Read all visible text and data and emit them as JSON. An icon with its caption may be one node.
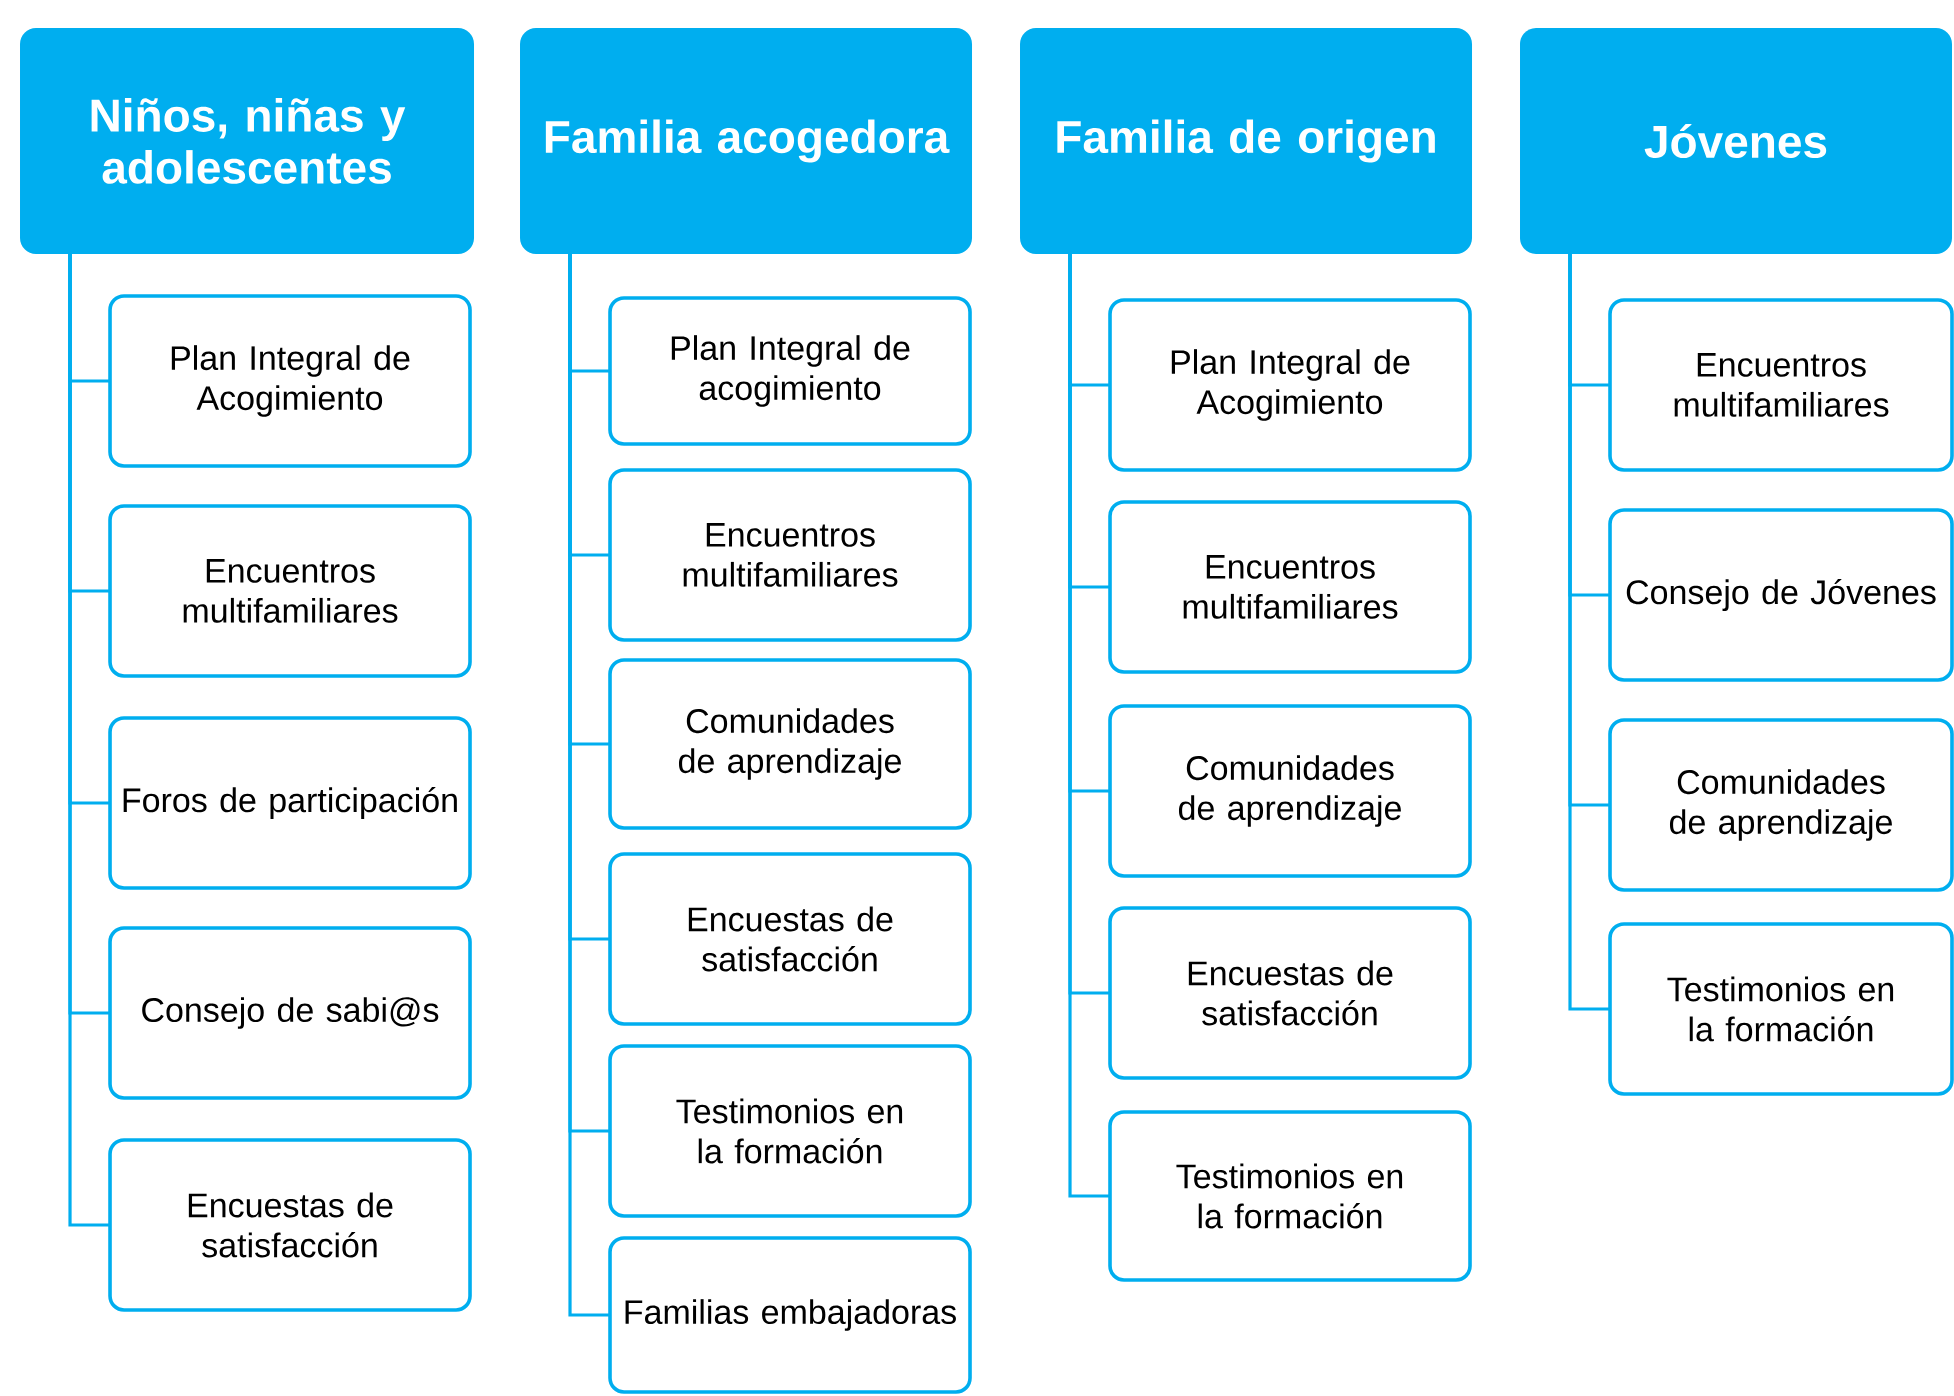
{
  "diagram": {
    "nodes": [
      {
        "text": [
          "Niños, niñas y adolescentes"
        ]
      },
      {
        "text": [
          "Plan Integral de Acogimiento"
        ]
      },
      {
        "text": [
          "Encuentros multifamiliares"
        ]
      },
      {
        "text": [
          "Foros de participación"
        ]
      },
      {
        "text": [
          "Consejo de sabi@s"
        ]
      },
      {
        "text": [
          "Encuestas de satisfacción"
        ]
      },
      {
        "text": [
          "Familia acogedora"
        ]
      },
      {
        "text": [
          "Plan Integral de acogimiento"
        ]
      },
      {
        "text": [
          "Encuentros multifamiliares"
        ]
      },
      {
        "text": [
          "Comunidades de aprendizaje"
        ]
      },
      {
        "text": [
          "Encuestas de satisfacción"
        ]
      },
      {
        "text": [
          "Testimonios en la formación"
        ]
      },
      {
        "text": [
          "Familias embajadoras"
        ]
      },
      {
        "text": [
          "Familia de origen"
        ]
      },
      {
        "text": [
          "Plan Integral de Acogimiento"
        ]
      },
      {
        "text": [
          "Encuentros multifamiliares"
        ]
      },
      {
        "text": [
          "Comunidades de aprendizaje"
        ]
      },
      {
        "text": [
          "Encuestas de satisfacción"
        ]
      },
      {
        "text": [
          "Testimonios en la formación"
        ]
      },
      {
        "text": [
          "Jóvenes"
        ]
      },
      {
        "text": [
          "Encuentros multifamiliares"
        ]
      },
      {
        "text": [
          "Consejo de Jóvenes"
        ]
      },
      {
        "text": [
          "Comunidades de aprendizaje"
        ]
      },
      {
        "text": [
          "Testimonios en la formación"
        ]
      }
    ],
    "edges": [
      {
        "from": 0,
        "to": 1,
        "arrow": "none"
      },
      {
        "from": 0,
        "to": 2,
        "arrow": "none"
      },
      {
        "from": 0,
        "to": 3,
        "arrow": "none"
      },
      {
        "from": 0,
        "to": 4,
        "arrow": "none"
      },
      {
        "from": 0,
        "to": 5,
        "arrow": "none"
      },
      {
        "from": 6,
        "to": 7,
        "arrow": "none"
      },
      {
        "from": 6,
        "to": 8,
        "arrow": "none"
      },
      {
        "from": 6,
        "to": 9,
        "arrow": "none"
      },
      {
        "from": 6,
        "to": 10,
        "arrow": "none"
      },
      {
        "from": 6,
        "to": 11,
        "arrow": "none"
      },
      {
        "from": 6,
        "to": 12,
        "arrow": "none"
      },
      {
        "from": 13,
        "to": 14,
        "arrow": "none"
      },
      {
        "from": 13,
        "to": 15,
        "arrow": "none"
      },
      {
        "from": 13,
        "to": 16,
        "arrow": "none"
      },
      {
        "from": 13,
        "to": 17,
        "arrow": "none"
      },
      {
        "from": 13,
        "to": 18,
        "arrow": "none"
      },
      {
        "from": 19,
        "to": 20,
        "arrow": "none"
      },
      {
        "from": 19,
        "to": 21,
        "arrow": "none"
      },
      {
        "from": 19,
        "to": 22,
        "arrow": "none"
      },
      {
        "from": 19,
        "to": 23,
        "arrow": "none"
      }
    ]
  }
}
